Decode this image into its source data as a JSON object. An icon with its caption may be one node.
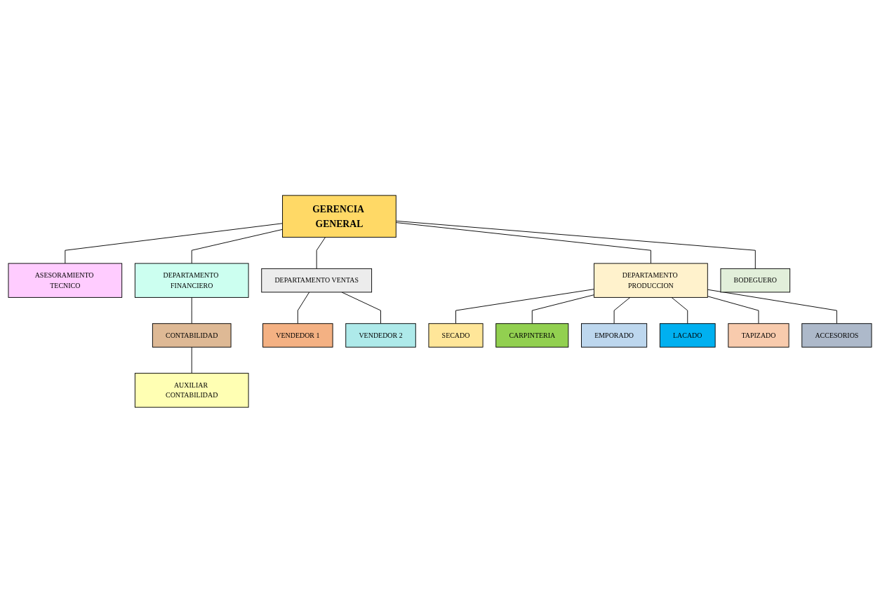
{
  "diagram": {
    "nodes": [
      {
        "text": [
          "GERENCIA GENERAL"
        ]
      },
      {
        "text": [
          "ASESORAMIENTO TECNICO"
        ]
      },
      {
        "text": [
          "DEPARTAMENTO FINANCIERO"
        ]
      },
      {
        "text": [
          "DEPARTAMENTO VENTAS"
        ]
      },
      {
        "text": [
          "DEPARTAMENTO PRODUCCION"
        ]
      },
      {
        "text": [
          "BODEGUERO"
        ]
      },
      {
        "text": [
          "CONTABILIDAD"
        ]
      },
      {
        "text": [
          "AUXILIAR CONTABILIDAD"
        ]
      },
      {
        "text": [
          "VENDEDOR 1"
        ]
      },
      {
        "text": [
          "VENDEDOR 2"
        ]
      },
      {
        "text": [
          "SECADO"
        ]
      },
      {
        "text": [
          "CARPINTERIA"
        ]
      },
      {
        "text": [
          "EMPORADO"
        ]
      },
      {
        "text": [
          "LACADO"
        ]
      },
      {
        "text": [
          "TAPIZADO"
        ]
      },
      {
        "text": [
          "ACCESORIOS"
        ]
      }
    ],
    "edges": [
      {
        "from": 0,
        "to": 1,
        "arrow": "none"
      },
      {
        "from": 0,
        "to": 2,
        "arrow": "none"
      },
      {
        "from": 0,
        "to": 3,
        "arrow": "none"
      },
      {
        "from": 0,
        "to": 4,
        "arrow": "none"
      },
      {
        "from": 0,
        "to": 5,
        "arrow": "none"
      },
      {
        "from": 2,
        "to": 6,
        "arrow": "none"
      },
      {
        "from": 6,
        "to": 7,
        "arrow": "none"
      },
      {
        "from": 3,
        "to": 8,
        "arrow": "none"
      },
      {
        "from": 3,
        "to": 9,
        "arrow": "none"
      },
      {
        "from": 4,
        "to": 10,
        "arrow": "none"
      },
      {
        "from": 4,
        "to": 11,
        "arrow": "none"
      },
      {
        "from": 4,
        "to": 12,
        "arrow": "none"
      },
      {
        "from": 4,
        "to": 13,
        "arrow": "none"
      },
      {
        "from": 4,
        "to": 14,
        "arrow": "none"
      },
      {
        "from": 4,
        "to": 15,
        "arrow": "none"
      }
    ]
  }
}
